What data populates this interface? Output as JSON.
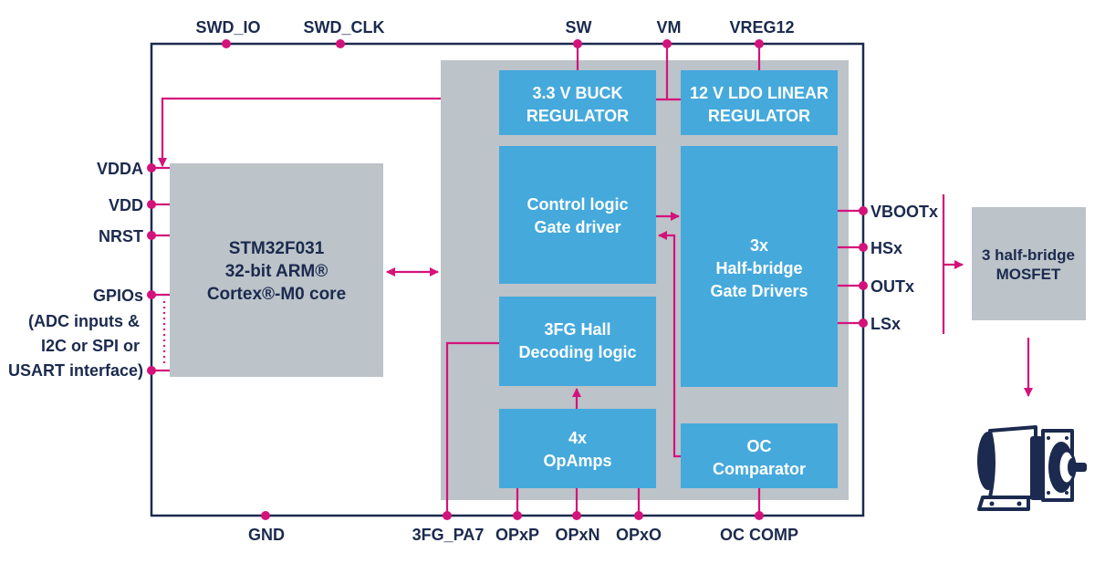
{
  "colors": {
    "outline": "#1b2a4e",
    "signal": "#d4127b",
    "panel_gray": "#bcc3c9",
    "block_blue": "#45a9dc",
    "label": "#1b2a4e"
  },
  "top_pins": {
    "swd_io": "SWD_IO",
    "swd_clk": "SWD_CLK",
    "sw": "SW",
    "vm": "VM",
    "vreg12": "VREG12"
  },
  "left_pins": {
    "vdda": "VDDA",
    "vdd": "VDD",
    "nrst": "NRST",
    "gpios": "GPIOs",
    "gpios_line2": "(ADC inputs &",
    "gpios_line3": "I2C or SPI or",
    "gpios_line4": "USART interface)"
  },
  "bottom_pins": {
    "gnd": "GND",
    "fg_pa7": "3FG_PA7",
    "opxp": "OPxP",
    "opxn": "OPxN",
    "opxo": "OPxO",
    "oc_comp": "OC COMP"
  },
  "right_pins": {
    "vbootx": "VBOOTx",
    "hsx": "HSx",
    "outx": "OUTx",
    "lsx": "LSx"
  },
  "blocks": {
    "mcu": {
      "line1": "STM32F031",
      "line2": "32-bit ARM®",
      "line3": "Cortex®-M0 core"
    },
    "buck": {
      "line1": "3.3 V BUCK",
      "line2": "REGULATOR"
    },
    "ldo": {
      "line1": "12 V LDO LINEAR",
      "line2": "REGULATOR"
    },
    "control": {
      "line1": "Control logic",
      "line2": "Gate driver"
    },
    "half_bridge": {
      "line1": "3x",
      "line2": "Half-bridge",
      "line3": "Gate Drivers"
    },
    "hall": {
      "line1": "3FG Hall",
      "line2": "Decoding logic"
    },
    "opamps": {
      "line1": "4x",
      "line2": "OpAmps"
    },
    "oc": {
      "line1": "OC",
      "line2": "Comparator"
    },
    "mosfet": {
      "line1": "3 half-bridge",
      "line2": "MOSFET"
    }
  },
  "icons": {
    "motor": "motor-icon"
  }
}
